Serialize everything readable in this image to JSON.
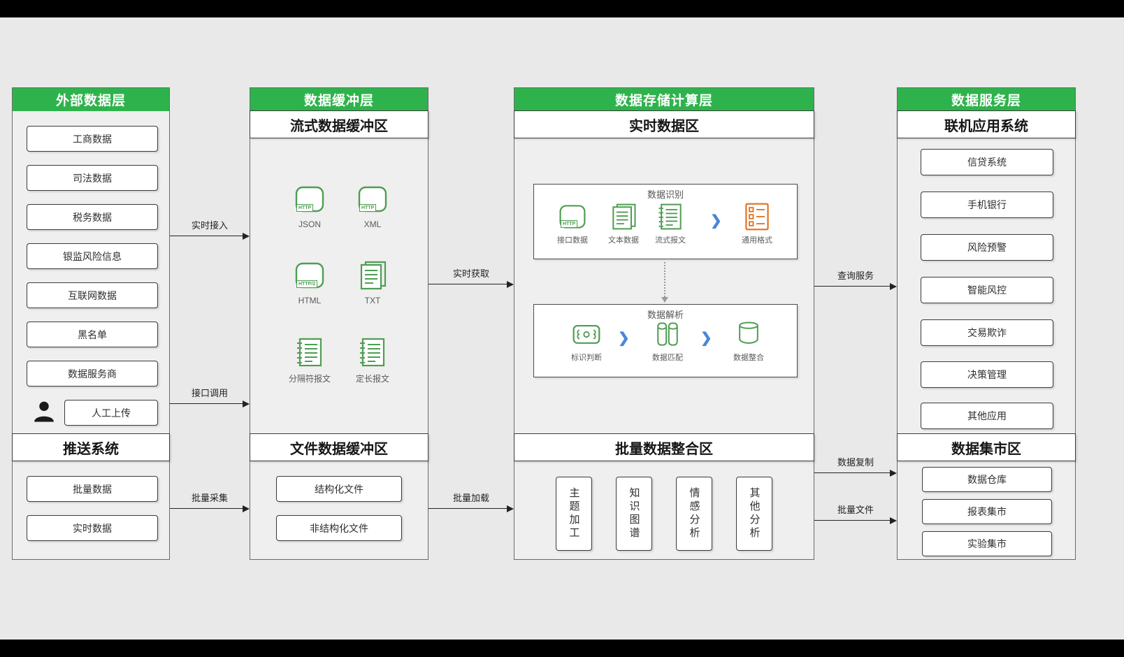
{
  "colors": {
    "header_green": "#2eb34c",
    "icon_green": "#4f9d53",
    "result_orange": "#e2711d",
    "chevron_blue": "#4a86d8"
  },
  "glyphs": {
    "chevron": "❯"
  },
  "columns": {
    "external": {
      "title": "外部数据层",
      "items": [
        "工商数据",
        "司法数据",
        "税务数据",
        "银监风险信息",
        "互联网数据",
        "黑名单",
        "数据服务商"
      ],
      "manual_upload": "人工上传",
      "push": {
        "title": "推送系统",
        "items": [
          "批量数据",
          "实时数据"
        ]
      }
    },
    "buffer": {
      "title": "数据缓冲层",
      "stream": {
        "title": "流式数据缓冲区",
        "icons": [
          {
            "label": "JSON",
            "badge": "HTTP"
          },
          {
            "label": "XML",
            "badge": "HTTP"
          },
          {
            "label": "HTML",
            "badge": "HTTP/2"
          },
          {
            "label": "TXT"
          },
          {
            "label": "分隔符报文"
          },
          {
            "label": "定长报文"
          }
        ]
      },
      "file": {
        "title": "文件数据缓冲区",
        "items": [
          "结构化文件",
          "非结构化文件"
        ]
      }
    },
    "storage": {
      "title": "数据存储计算层",
      "realtime": {
        "title": "实时数据区",
        "recognition": {
          "title": "数据识别",
          "sources": [
            {
              "label": "接口数据",
              "badge": "HTTP"
            },
            {
              "label": "文本数据"
            },
            {
              "label": "流式报文"
            }
          ],
          "result": "通用格式"
        },
        "parsing": {
          "title": "数据解析",
          "steps": [
            "标识判断",
            "数据匹配",
            "数据整合"
          ]
        }
      },
      "batch": {
        "title": "批量数据整合区",
        "items": [
          "主题加工",
          "知识图谱",
          "情感分析",
          "其他分析"
        ]
      }
    },
    "service": {
      "title": "数据服务层",
      "online": {
        "title": "联机应用系统",
        "items": [
          "信贷系统",
          "手机银行",
          "风险预警",
          "智能风控",
          "交易欺诈",
          "决策管理",
          "其他应用"
        ]
      },
      "mart": {
        "title": "数据集市区",
        "items": [
          "数据仓库",
          "报表集市",
          "实验集市"
        ]
      }
    }
  },
  "arrows": {
    "realtime_access": "实时接入",
    "api_call": "接口调用",
    "batch_collect": "批量采集",
    "realtime_fetch": "实时获取",
    "batch_load": "批量加载",
    "query_service": "查询服务",
    "data_copy": "数据复制",
    "batch_file": "批量文件"
  }
}
